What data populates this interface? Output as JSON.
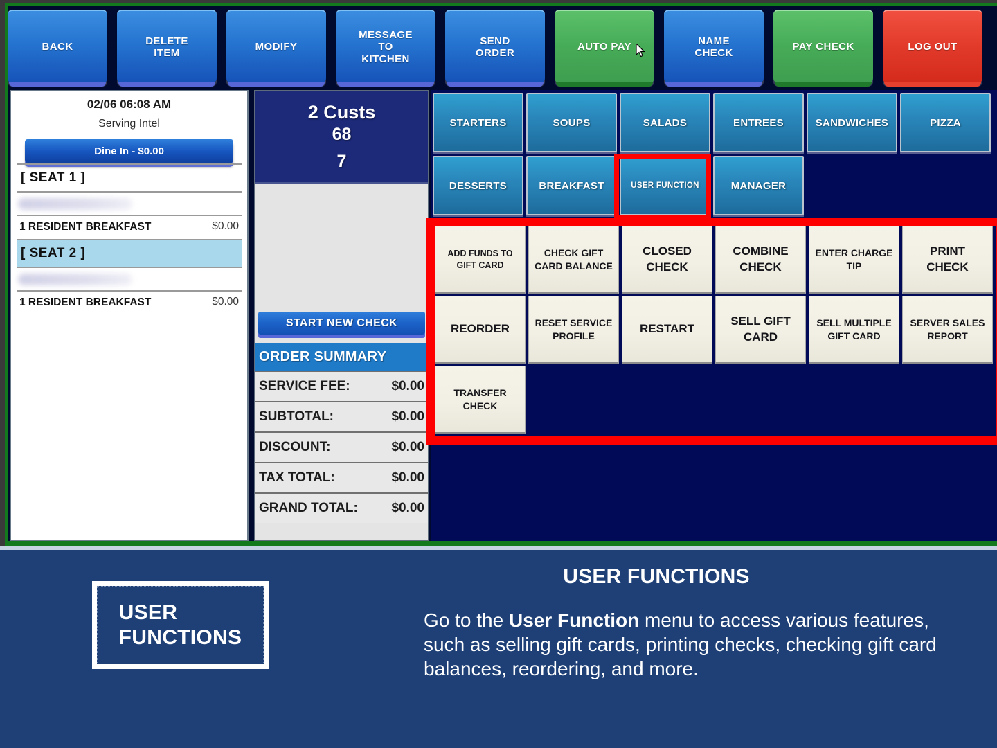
{
  "toolbar": {
    "buttons": [
      {
        "label": "BACK",
        "style": "blue"
      },
      {
        "label": "DELETE\nITEM",
        "style": "blue"
      },
      {
        "label": "MODIFY",
        "style": "blue"
      },
      {
        "label": "MESSAGE\nTO\nKITCHEN",
        "style": "blue"
      },
      {
        "label": "SEND\nORDER",
        "style": "blue"
      },
      {
        "label": "AUTO PAY",
        "style": "green"
      },
      {
        "label": "NAME\nCHECK",
        "style": "blue"
      },
      {
        "label": "PAY CHECK",
        "style": "green"
      },
      {
        "label": "LOG OUT",
        "style": "red"
      }
    ]
  },
  "check_panel": {
    "datetime": "02/06 06:08 AM",
    "serving": "Serving Intel",
    "order_type_button": "Dine In - $0.00",
    "seats": [
      {
        "header": "[ SEAT 1 ]",
        "selected": false,
        "guest_name_redacted": true,
        "items": [
          {
            "name": "1 RESIDENT BREAKFAST",
            "price": "$0.00"
          }
        ]
      },
      {
        "header": "[ SEAT 2 ]",
        "selected": true,
        "guest_name_redacted": true,
        "items": [
          {
            "name": "1 RESIDENT BREAKFAST",
            "price": "$0.00"
          }
        ]
      }
    ]
  },
  "order_panel": {
    "customer_box": {
      "customers": "2 Custs",
      "table": "68",
      "check": "7"
    },
    "start_new_check_label": "START NEW CHECK",
    "summary_header": "ORDER SUMMARY",
    "summary_rows": [
      {
        "label": "SERVICE FEE:",
        "value": "$0.00"
      },
      {
        "label": "SUBTOTAL:",
        "value": "$0.00"
      },
      {
        "label": "DISCOUNT:",
        "value": "$0.00"
      },
      {
        "label": "TAX TOTAL:",
        "value": "$0.00"
      },
      {
        "label": "GRAND TOTAL:",
        "value": "$0.00"
      }
    ]
  },
  "menu": {
    "categories": [
      {
        "label": "STARTERS",
        "size": "normal",
        "active": false
      },
      {
        "label": "SOUPS",
        "size": "normal",
        "active": false
      },
      {
        "label": "SALADS",
        "size": "normal",
        "active": false
      },
      {
        "label": "ENTREES",
        "size": "normal",
        "active": false
      },
      {
        "label": "SANDWICHES",
        "size": "normal",
        "active": false
      },
      {
        "label": "PIZZA",
        "size": "normal",
        "active": false
      },
      {
        "label": "DESSERTS",
        "size": "normal",
        "active": false
      },
      {
        "label": "BREAKFAST",
        "size": "normal",
        "active": false
      },
      {
        "label": "USER FUNCTION",
        "size": "small",
        "active": true
      },
      {
        "label": "MANAGER",
        "size": "normal",
        "active": false
      }
    ]
  },
  "user_functions": {
    "highlight_color": "#fe0000",
    "buttons": [
      {
        "label": "ADD FUNDS TO\nGIFT CARD",
        "size": "sm"
      },
      {
        "label": "CHECK GIFT\nCARD BALANCE",
        "size": "md"
      },
      {
        "label": "CLOSED\nCHECK",
        "size": "lg"
      },
      {
        "label": "COMBINE\nCHECK",
        "size": "lg"
      },
      {
        "label": "ENTER CHARGE\nTIP",
        "size": "md"
      },
      {
        "label": "PRINT\nCHECK",
        "size": "lg"
      },
      {
        "label": "REORDER",
        "size": "lg"
      },
      {
        "label": "RESET SERVICE\nPROFILE",
        "size": "md"
      },
      {
        "label": "RESTART",
        "size": "lg"
      },
      {
        "label": "SELL GIFT\nCARD",
        "size": "lg"
      },
      {
        "label": "SELL MULTIPLE\nGIFT CARD",
        "size": "md"
      },
      {
        "label": "SERVER SALES\nREPORT",
        "size": "md"
      },
      {
        "label": "TRANSFER\nCHECK",
        "size": "md"
      }
    ]
  },
  "caption": {
    "badge": "USER\nFUNCTIONS",
    "title": "USER FUNCTIONS",
    "body_before": "Go to the ",
    "body_bold": "User Function",
    "body_after": " menu to access various features, such as selling gift cards, printing checks, checking gift card balances, reordering, and more."
  },
  "colors": {
    "app_background": "#000a56",
    "frame_green": "#127a1c",
    "caption_background": "#1e4076",
    "highlight_red": "#fe0000",
    "seat_selected": "#a9d8ec"
  }
}
